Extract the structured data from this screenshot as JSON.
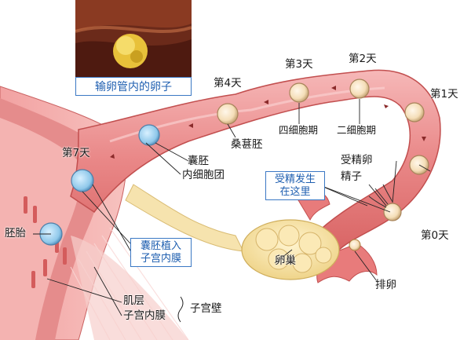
{
  "photo_caption": "输卵管内的卵子",
  "days": {
    "d0": "第0天",
    "d1": "第1天",
    "d2": "第2天",
    "d3": "第3天",
    "d4": "第4天",
    "d7": "第7天"
  },
  "labels": {
    "two_cell": "二细胞期",
    "four_cell": "四细胞期",
    "morula": "桑葚胚",
    "blastocyst": "囊胚",
    "inner_cell_mass": "内细胞团",
    "fertilized_egg": "受精卵",
    "sperm": "精子",
    "ovary": "卵巢",
    "ovulation": "排卵",
    "embryo": "胚胎",
    "muscle_layer": "肌层",
    "endometrium": "子宫内膜",
    "uterine_wall": "子宫壁"
  },
  "boxes": {
    "fertilization_line1": "受精发生",
    "fertilization_line2": "在这里",
    "implantation_line1": "囊胚植入",
    "implantation_line2": "子宫内膜"
  }
}
